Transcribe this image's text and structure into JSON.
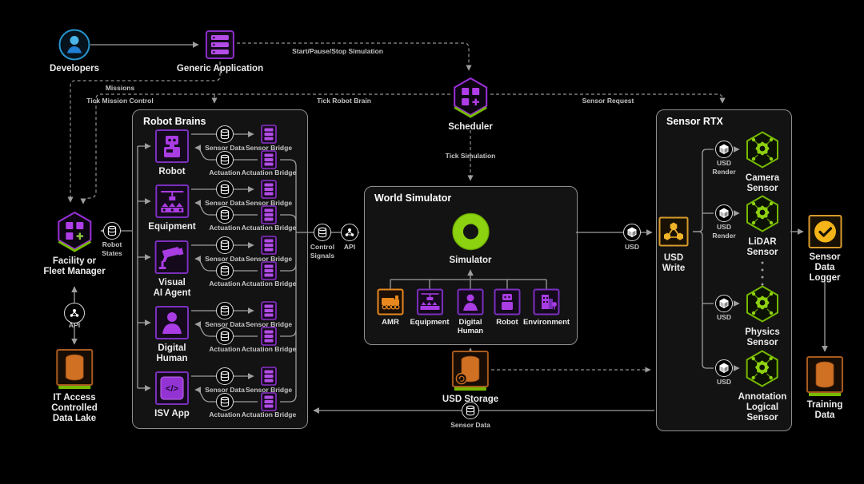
{
  "colors": {
    "nvidia_green": "#76b900",
    "lime": "#8ed10f",
    "purple": "#a93ce3",
    "purple_border": "#8b2fc9",
    "orange": "#d07022",
    "amber": "#f0b429",
    "blue": "#2f9fd6",
    "line_gray": "#9e9e9e"
  },
  "top": {
    "developers": "Developers",
    "generic_application": "Generic Application",
    "scheduler": "Scheduler"
  },
  "edge_labels": {
    "start_pause_stop": "Start/Pause/Stop Simulation",
    "missions": "Missions",
    "tick_mission_control": "Tick Mission Control",
    "tick_robot_brain": "Tick Robot Brain",
    "sensor_request": "Sensor Request",
    "tick_simulation": "Tick Simulation",
    "robot_states": "Robot\nStates",
    "api_mid": "API",
    "control_signals": "Control\nSignals",
    "usd": "USD",
    "sensor_data_bottom": "Sensor Data"
  },
  "left": {
    "facility": "Facility or\nFleet Manager",
    "api": "API",
    "data_lake": "IT Access\nControlled\nData Lake"
  },
  "robot_brains": {
    "title": "Robot Brains",
    "row_labels": {
      "sensor_data": "Sensor Data",
      "sensor_bridge": "Sensor Bridge",
      "actuation": "Actuation",
      "actuation_bridge": "Actuation Bridge"
    },
    "rows": [
      {
        "label": "Robot"
      },
      {
        "label": "Equipment"
      },
      {
        "label": "Visual\nAI Agent"
      },
      {
        "label": "Digital\nHuman"
      },
      {
        "label": "ISV App"
      }
    ]
  },
  "world_simulator": {
    "title": "World Simulator",
    "simulator": "Simulator",
    "assets": [
      {
        "label": "AMR"
      },
      {
        "label": "Equipment"
      },
      {
        "label": "Digital\nHuman"
      },
      {
        "label": "Robot"
      },
      {
        "label": "Environment"
      }
    ]
  },
  "usd_storage": "USD Storage",
  "sensor_rtx": {
    "title": "Sensor RTX",
    "usd_write": "USD\nWrite",
    "rows": [
      {
        "edge": "USD\nRender",
        "label": "Camera\nSensor"
      },
      {
        "edge": "USD\nRender",
        "label": "LiDAR\nSensor"
      },
      {
        "edge": "USD",
        "label": "Physics\nSensor"
      },
      {
        "edge": "USD",
        "label": "Annotation\nLogical\nSensor"
      }
    ]
  },
  "right": {
    "sensor_data_logger": "Sensor Data\nLogger",
    "training_data": "Training\nData"
  }
}
